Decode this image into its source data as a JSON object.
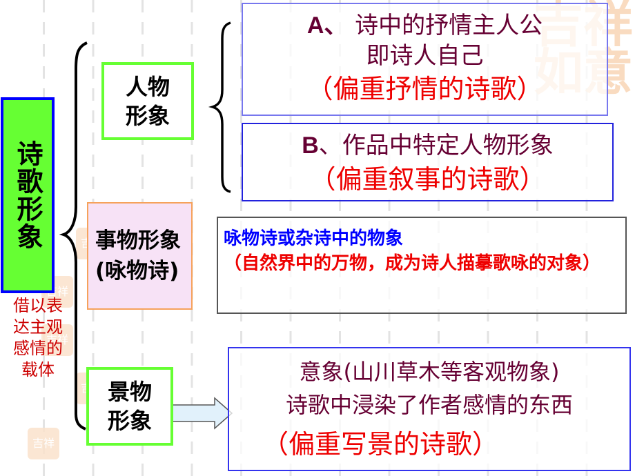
{
  "slide": {
    "root": {
      "label": "诗歌形象"
    },
    "side_note": {
      "text": "借以表达主观感情的载体"
    },
    "categories": [
      {
        "id": "person",
        "label": "人物形象"
      },
      {
        "id": "object",
        "label": "事物形象(咏物诗)"
      },
      {
        "id": "scene",
        "label": "景物形象"
      }
    ],
    "person_details": {
      "a": {
        "prefix": "A、",
        "line1": " 诗中的抒情主人公",
        "line2": "即诗人自己",
        "line3": "（偏重抒情的诗歌）"
      },
      "b": {
        "prefix": "B",
        "line1": "、作品中特定人物形象",
        "line2": "（偏重叙事的诗歌）"
      }
    },
    "object_detail": {
      "line1": "咏物诗或杂诗中的物象",
      "line2": "（自然界中的万物，成为诗人描摹歌咏的对象）"
    },
    "scene_detail": {
      "line1": "意象(山川草木等客观物象)",
      "line2": "诗歌中浸染了作者感情的东西",
      "line3": "（偏重写景的诗歌）"
    },
    "decor": {
      "seal_big": "吉祥如意",
      "seal_small": "吉祥"
    }
  },
  "colors": {
    "root_fill": "#66ff33",
    "root_border": "#0000ff",
    "category_border": "#66ff33",
    "object_fill": "#f7e2f6",
    "maroon_text": "#660033",
    "red_text": "#ee0000",
    "blue_text": "#0000ff",
    "note_text": "#cc0000",
    "arrow_fill": "#e1f1fb"
  }
}
